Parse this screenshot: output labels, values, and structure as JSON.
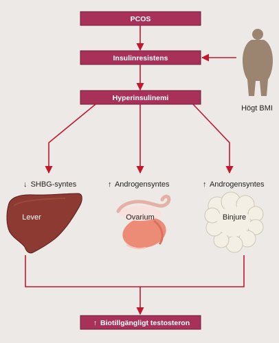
{
  "colors": {
    "box_fill": "#a8315a",
    "box_stroke": "#6e1d3a",
    "arrow": "#c2182c",
    "background": "#ece9e6"
  },
  "boxes": {
    "pcos": "PCOS",
    "insulin_resistance": "Insulinresistens",
    "hyperinsulinemia": "Hyperinsulinemi",
    "bioavailable_testosterone": "Biotillgängligt testosteron"
  },
  "risk_factor": {
    "label": "Högt BMI",
    "icon": "person-silhouette-icon"
  },
  "effects": [
    {
      "direction_icon": "down-arrow-icon",
      "direction": "↓",
      "label": "SHBG-syntes"
    },
    {
      "direction_icon": "up-arrow-icon",
      "direction": "↑",
      "label": "Androgensyntes"
    },
    {
      "direction_icon": "up-arrow-icon",
      "direction": "↑",
      "label": "Androgensyntes"
    }
  ],
  "organs": {
    "liver": "Lever",
    "ovary": "Ovarium",
    "adrenal": "Binjure"
  },
  "result_direction": "↑"
}
